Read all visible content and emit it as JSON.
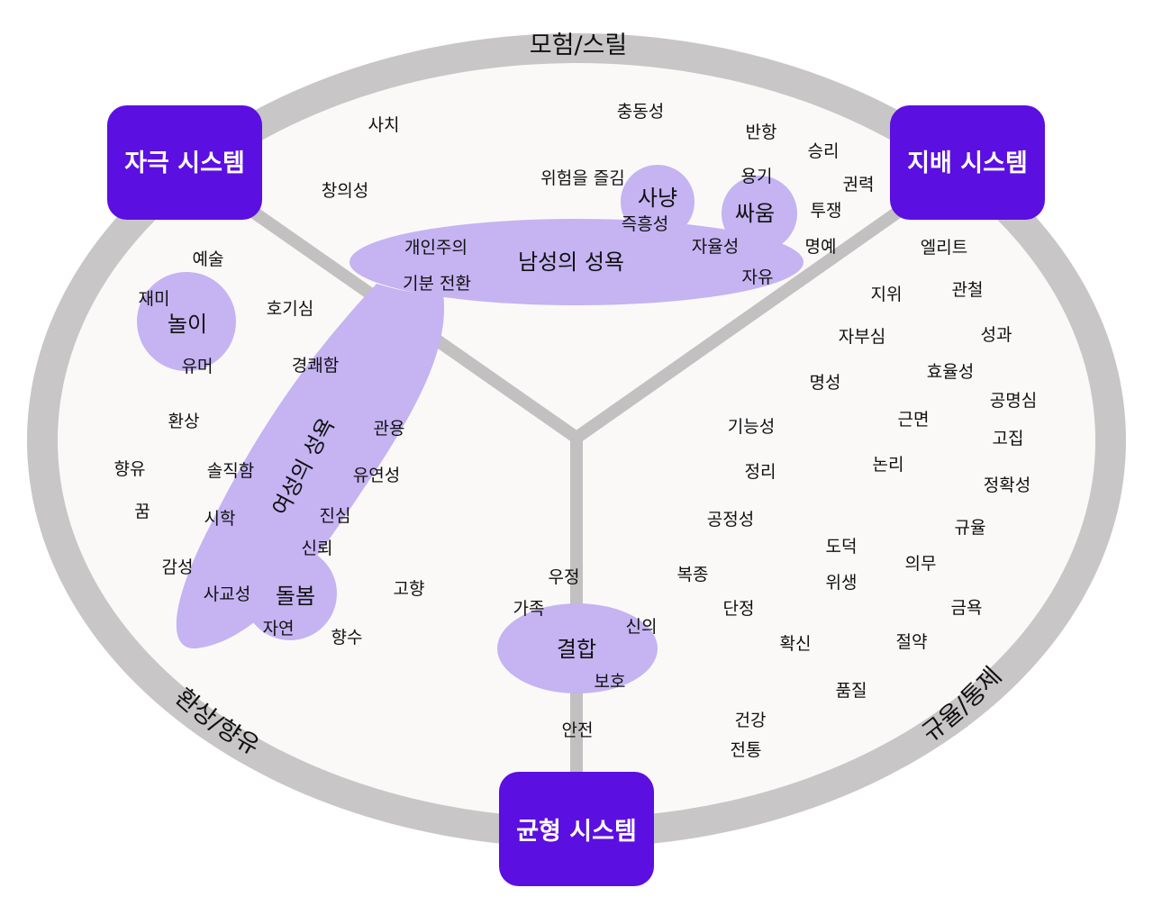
{
  "ring_labels": {
    "top": "모험/스릴",
    "bottom_left": "환상/향유",
    "bottom_right": "규율/통제"
  },
  "systems": {
    "stimulus": "자극 시스템",
    "dominance": "지배 시스템",
    "balance": "균형 시스템"
  },
  "clusters": {
    "male_desire": "남성의 성욕",
    "female_desire": "여성의 성욕",
    "play": "놀이",
    "hunting": "사냥",
    "fighting": "싸움",
    "care": "돌봄",
    "bonding": "결합"
  },
  "words": {
    "w01": "사치",
    "w02": "충동성",
    "w03": "반항",
    "w04": "승리",
    "w05": "창의성",
    "w06": "위험을 즐김",
    "w07": "용기",
    "w08": "권력",
    "w09": "즉흥성",
    "w10": "투쟁",
    "w11": "개인주의",
    "w12": "자율성",
    "w13": "명예",
    "w14": "엘리트",
    "w15": "기분 전환",
    "w16": "자유",
    "w17": "예술",
    "w18": "재미",
    "w19": "호기심",
    "w20": "유머",
    "w21": "경쾌함",
    "w22": "환상",
    "w23": "관용",
    "w24": "향유",
    "w25": "솔직함",
    "w26": "유연성",
    "w27": "꿈",
    "w28": "시학",
    "w29": "진심",
    "w30": "감성",
    "w31": "신뢰",
    "w32": "사교성",
    "w33": "고향",
    "w34": "자연",
    "w35": "향수",
    "w36": "지위",
    "w37": "관철",
    "w38": "자부심",
    "w39": "성과",
    "w40": "효율성",
    "w41": "명성",
    "w42": "공명심",
    "w43": "근면",
    "w44": "기능성",
    "w45": "고집",
    "w46": "논리",
    "w47": "정리",
    "w48": "정확성",
    "w49": "공정성",
    "w50": "규율",
    "w51": "도덕",
    "w52": "의무",
    "w53": "우정",
    "w54": "복종",
    "w55": "위생",
    "w56": "가족",
    "w57": "단정",
    "w58": "신의",
    "w59": "금욕",
    "w60": "확신",
    "w61": "절약",
    "w62": "보호",
    "w63": "품질",
    "w64": "안전",
    "w65": "건강",
    "w66": "전통"
  },
  "colors": {
    "ring": "#c8c6c6",
    "inner_fill": "#faf9f8",
    "divider": "#c2c0c0",
    "cluster": "#c5b3f2",
    "system_box": "#5b0fe0"
  }
}
